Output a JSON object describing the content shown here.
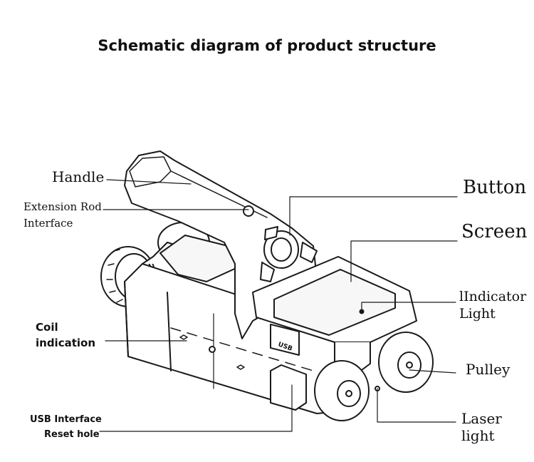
{
  "title": "Schematic diagram of product structure",
  "labels": {
    "handle": "Handle",
    "extension_rod_1": "Extension Rod",
    "extension_rod_2": "Interface",
    "coil_1": "Coil",
    "coil_2": "indication",
    "usb_1": "USB Interface",
    "usb_2": "Reset hole",
    "button": "Button",
    "screen": "Screen",
    "indicator_1": "lIndicator",
    "indicator_2": "Light",
    "pulley": "Pulley",
    "laser_1": "Laser",
    "laser_2": "light",
    "usb_port_text": "USB"
  },
  "colors": {
    "line": "#1a1a1a",
    "fill": "#ffffff",
    "shade": "#f2f2f2"
  }
}
